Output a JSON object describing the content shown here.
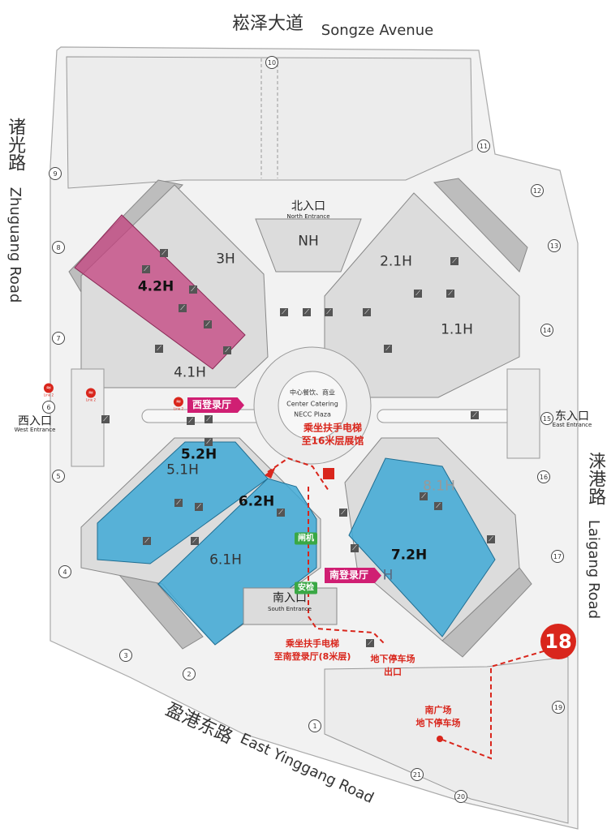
{
  "roads": {
    "north": {
      "cn": "崧泽大道",
      "en": "Songze Avenue"
    },
    "west": {
      "cn": "诸光路",
      "en": "Zhuguang Road"
    },
    "east": {
      "cn": "涞港路",
      "en": "Laigang Road"
    },
    "south": {
      "cn": "盈港东路",
      "en": "East Yinggang Road"
    }
  },
  "halls": {
    "h3": "3H",
    "h4_2": "4.2H",
    "h4_1": "4.1H",
    "nh": "NH",
    "h2_1": "2.1H",
    "h1_1": "1.1H",
    "h5_1": "5.1H",
    "h5_2": "5.2H",
    "h6_2": "6.2H",
    "h6_1": "6.1H",
    "h8_1": "8.1H",
    "h7_2": "7.2H",
    "h_partial": "H"
  },
  "entrances": {
    "north": {
      "cn": "北入口",
      "en": "North Entrance"
    },
    "west": {
      "cn": "西入口",
      "en": "West Entrance"
    },
    "east": {
      "cn": "东入口",
      "en": "East Entrance"
    },
    "south": {
      "cn": "南入口",
      "en": "South Entrance"
    }
  },
  "plaza": {
    "cn": "中心餐饮、商业",
    "en1": "Center Catering",
    "en2": "NECC Plaza"
  },
  "notes": {
    "escalator_16m_1": "乘坐扶手电梯",
    "escalator_16m_2": "至16米层展馆",
    "escalator_8m_1": "乘坐扶手电梯",
    "escalator_8m_2": "至南登录厅(8米层)",
    "parking_exit_1": "地下停车场",
    "parking_exit_2": "出口",
    "south_parking_1": "南广场",
    "south_parking_2": "地下停车场"
  },
  "tags": {
    "gate": "闸机",
    "security": "安检",
    "west_registration": "西登录厅",
    "south_registration": "南登录厅"
  },
  "metro_label": "Line 2",
  "gate_numbers": [
    "1",
    "2",
    "3",
    "4",
    "5",
    "6",
    "7",
    "8",
    "9",
    "10",
    "11",
    "12",
    "13",
    "14",
    "15",
    "16",
    "17",
    "19",
    "20",
    "21"
  ],
  "highlight_gate": "18",
  "colors": {
    "pink_hall": "#c4417f",
    "blue_hall": "#3fa9d6",
    "red": "#d9261c",
    "green": "#3aa845",
    "registration": "#d01f73"
  }
}
